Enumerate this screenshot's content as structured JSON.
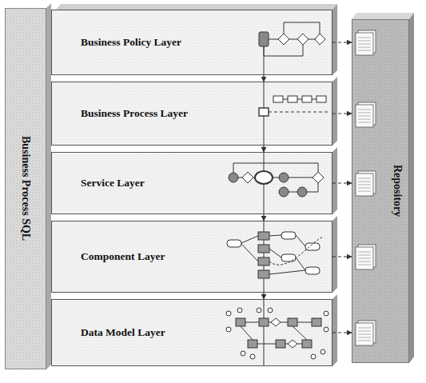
{
  "diagram": {
    "nodes": [
      {
        "text": [
          "Business Process SQL"
        ]
      },
      {
        "text": [
          "Business Policy Layer"
        ]
      },
      {
        "text": [
          "Business Process Layer"
        ]
      },
      {
        "text": [
          "Service Layer"
        ]
      },
      {
        "text": [
          "Component Layer"
        ]
      },
      {
        "text": [
          "Data Model Layer"
        ]
      },
      {
        "text": [
          "Repository"
        ]
      }
    ],
    "edges": [
      {
        "from": 1,
        "to": 2,
        "arrow": "to"
      },
      {
        "from": 2,
        "to": 3,
        "arrow": "to"
      },
      {
        "from": 3,
        "to": 4,
        "arrow": "to"
      },
      {
        "from": 4,
        "to": 5,
        "arrow": "to"
      },
      {
        "from": 1,
        "to": 6,
        "arrow": "to"
      },
      {
        "from": 2,
        "to": 6,
        "arrow": "to"
      },
      {
        "from": 3,
        "to": 6,
        "arrow": "to"
      },
      {
        "from": 4,
        "to": 6,
        "arrow": "to"
      },
      {
        "from": 5,
        "to": 6,
        "arrow": "to"
      }
    ]
  }
}
